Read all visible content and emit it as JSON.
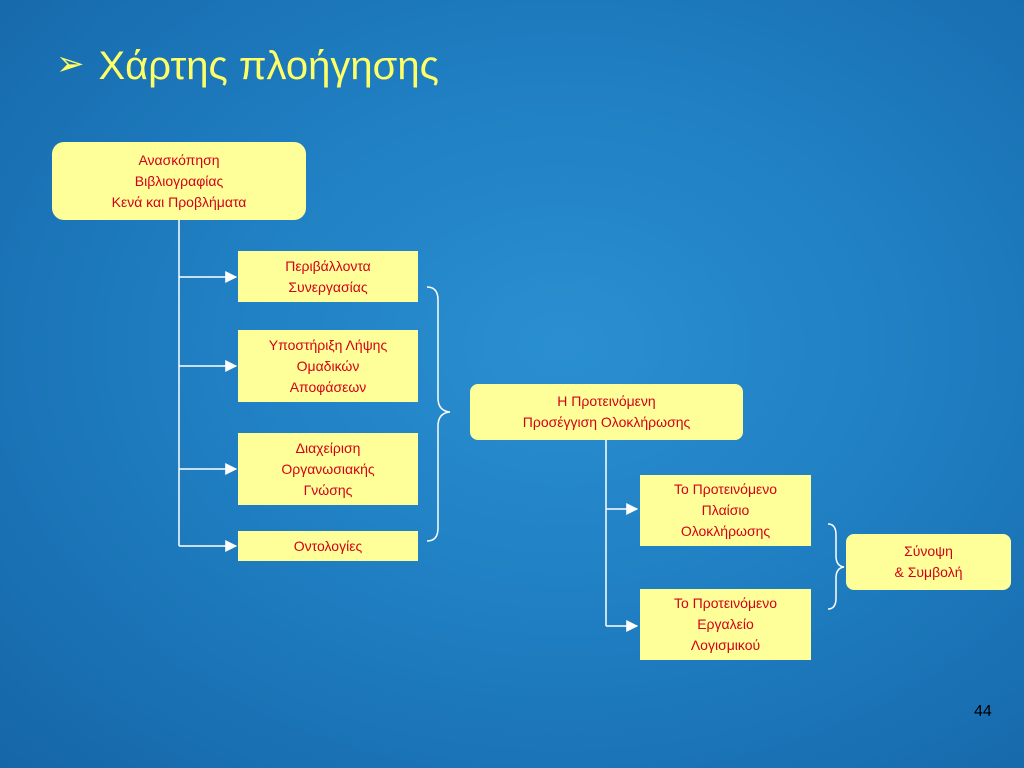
{
  "title": {
    "bullet_icon": "➢",
    "text": "Χάρτης πλοήγησης"
  },
  "nodes": {
    "review": "Ανασκόπηση\nΒιβλιογραφίας\nΚενά και Προβλήματα",
    "collab_env": "Περιβάλλοντα\nΣυνεργασίας",
    "group_decision": "Υποστήριξη Λήψης\nΟμαδικών\nΑποφάσεων",
    "knowledge_mgmt": "Διαχείριση\nΟργανωσιακής\nΓνώσης",
    "ontologies": "Οντολογίες",
    "proposed_approach": "Η Προτεινόμενη\nΠροσέγγιση Ολοκλήρωσης",
    "framework": "Το Προτεινόμενο\nΠλαίσιο\nΟλοκλήρωσης",
    "software_tool": "Το Προτεινόμενο\nΕργαλείο\nΛογισμικού",
    "summary": "Σύνοψη\n& Συμβολή"
  },
  "page_number": "44",
  "colors": {
    "title": "#ffff66",
    "box_fill": "#ffff99",
    "box_text": "#d4001a",
    "connector": "#ffffff"
  }
}
